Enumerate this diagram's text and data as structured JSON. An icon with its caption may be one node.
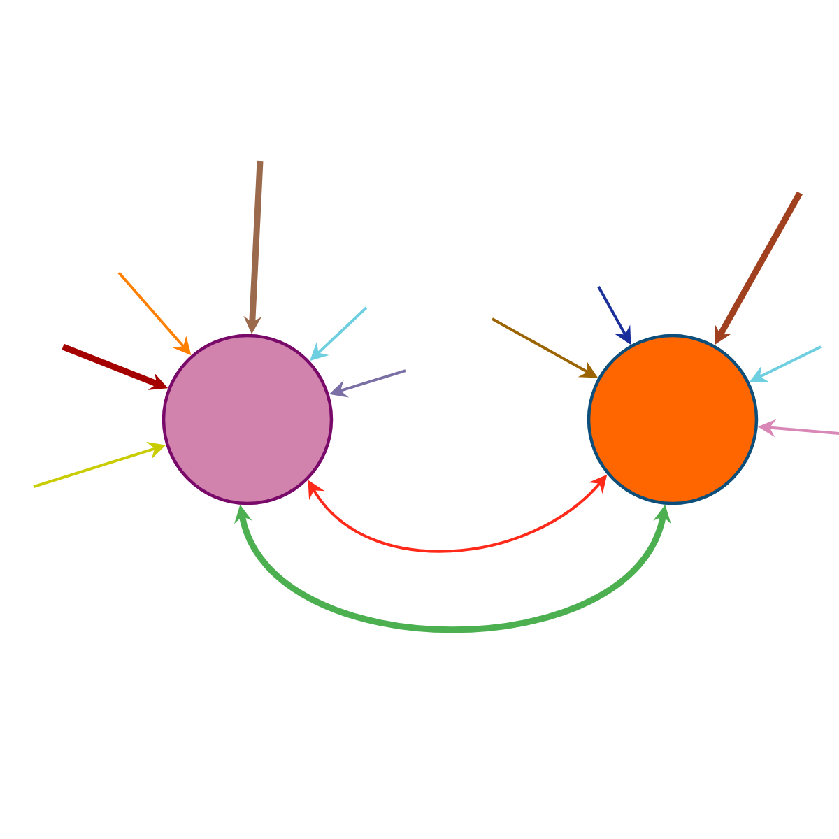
{
  "diagram": {
    "nodes": [
      {
        "text": [],
        "shape": "circle"
      },
      {
        "text": [],
        "shape": "circle"
      }
    ],
    "edges": [
      {
        "from": null,
        "to": 0,
        "arrow": "to",
        "style": "thick",
        "color": "#9b6a4c"
      },
      {
        "from": null,
        "to": 0,
        "arrow": "to",
        "color": "#ff7f00"
      },
      {
        "from": null,
        "to": 0,
        "arrow": "to",
        "style": "thick",
        "color": "#a50000"
      },
      {
        "from": null,
        "to": 0,
        "arrow": "to",
        "color": "#c8cc00"
      },
      {
        "from": null,
        "to": 0,
        "arrow": "to",
        "color": "#6dcfe0"
      },
      {
        "from": null,
        "to": 0,
        "arrow": "to",
        "color": "#7b70a5"
      },
      {
        "from": null,
        "to": 1,
        "arrow": "to",
        "style": "thick",
        "color": "#a0401f"
      },
      {
        "from": null,
        "to": 1,
        "arrow": "to",
        "color": "#1a2f9a"
      },
      {
        "from": null,
        "to": 1,
        "arrow": "to",
        "color": "#9b6400"
      },
      {
        "from": null,
        "to": 1,
        "arrow": "to",
        "color": "#6dcfe0"
      },
      {
        "from": null,
        "to": 1,
        "arrow": "to",
        "color": "#d987b7"
      },
      {
        "from": 1,
        "to": 0,
        "arrow": "both",
        "color": "#ff2a1a"
      },
      {
        "from": 0,
        "to": 1,
        "arrow": "both",
        "style": "thick",
        "color": "#4caf50"
      }
    ]
  }
}
